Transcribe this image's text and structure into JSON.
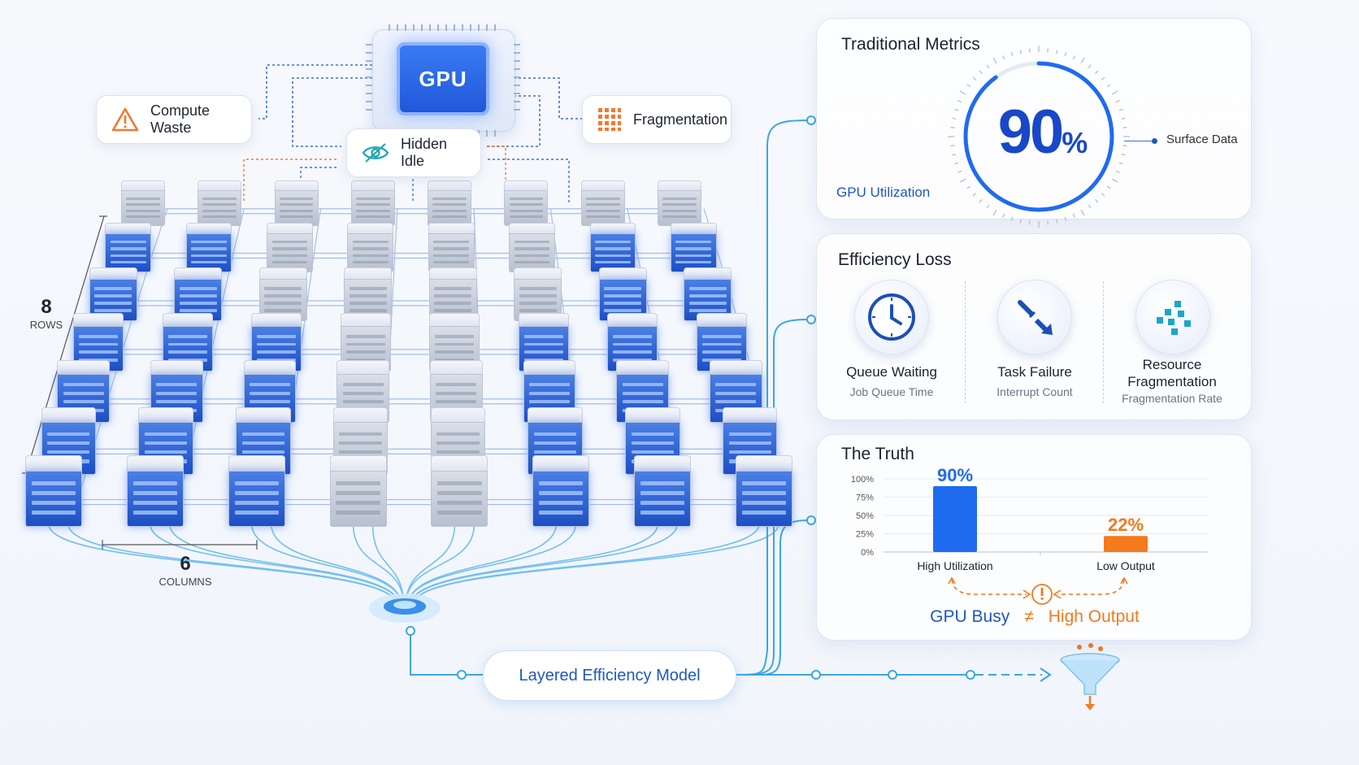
{
  "gpu": {
    "label": "GPU"
  },
  "callouts": {
    "compute_waste": "Compute Waste",
    "fragmentation": "Fragmentation",
    "hidden_idle": "Hidden Idle"
  },
  "grid": {
    "rows_value": "8",
    "rows_label": "ROWS",
    "columns_value": "6",
    "columns_label": "COLUMNS"
  },
  "traditional": {
    "title": "Traditional Metrics",
    "value": "90",
    "unit": "%",
    "caption": "GPU Utilization",
    "side_label": "Surface Data",
    "gauge_fraction": 0.9
  },
  "efficiency": {
    "title": "Efficiency Loss",
    "items": [
      {
        "label": "Queue Waiting",
        "sub": "Job Queue Time",
        "icon": "clock-icon"
      },
      {
        "label": "Task Failure",
        "sub": "Interrupt Count",
        "icon": "broken-arrow-icon"
      },
      {
        "label_line1": "Resource",
        "label_line2": "Fragmentation",
        "sub": "Fragmentation Rate",
        "icon": "fragment-blocks-icon"
      }
    ]
  },
  "truth": {
    "title": "The Truth",
    "left_word": "GPU Busy",
    "neq": "≠",
    "right_word": "High Output"
  },
  "chart_data": {
    "type": "bar",
    "categories": [
      "High Utilization",
      "Low Output"
    ],
    "values": [
      90,
      22
    ],
    "value_labels": [
      "90%",
      "22%"
    ],
    "colors": [
      "#1f6bf0",
      "#f47a1c"
    ],
    "yticks": [
      "100%",
      "75%",
      "50%",
      "25%",
      "0%"
    ],
    "ylim": [
      0,
      100
    ],
    "xlabel": "",
    "ylabel": "",
    "title": ""
  },
  "model": {
    "label": "Layered Efficiency Model"
  },
  "colors": {
    "accent_blue": "#1f6bf0",
    "accent_orange": "#f47a1c",
    "cyan": "#3aa6e6"
  }
}
